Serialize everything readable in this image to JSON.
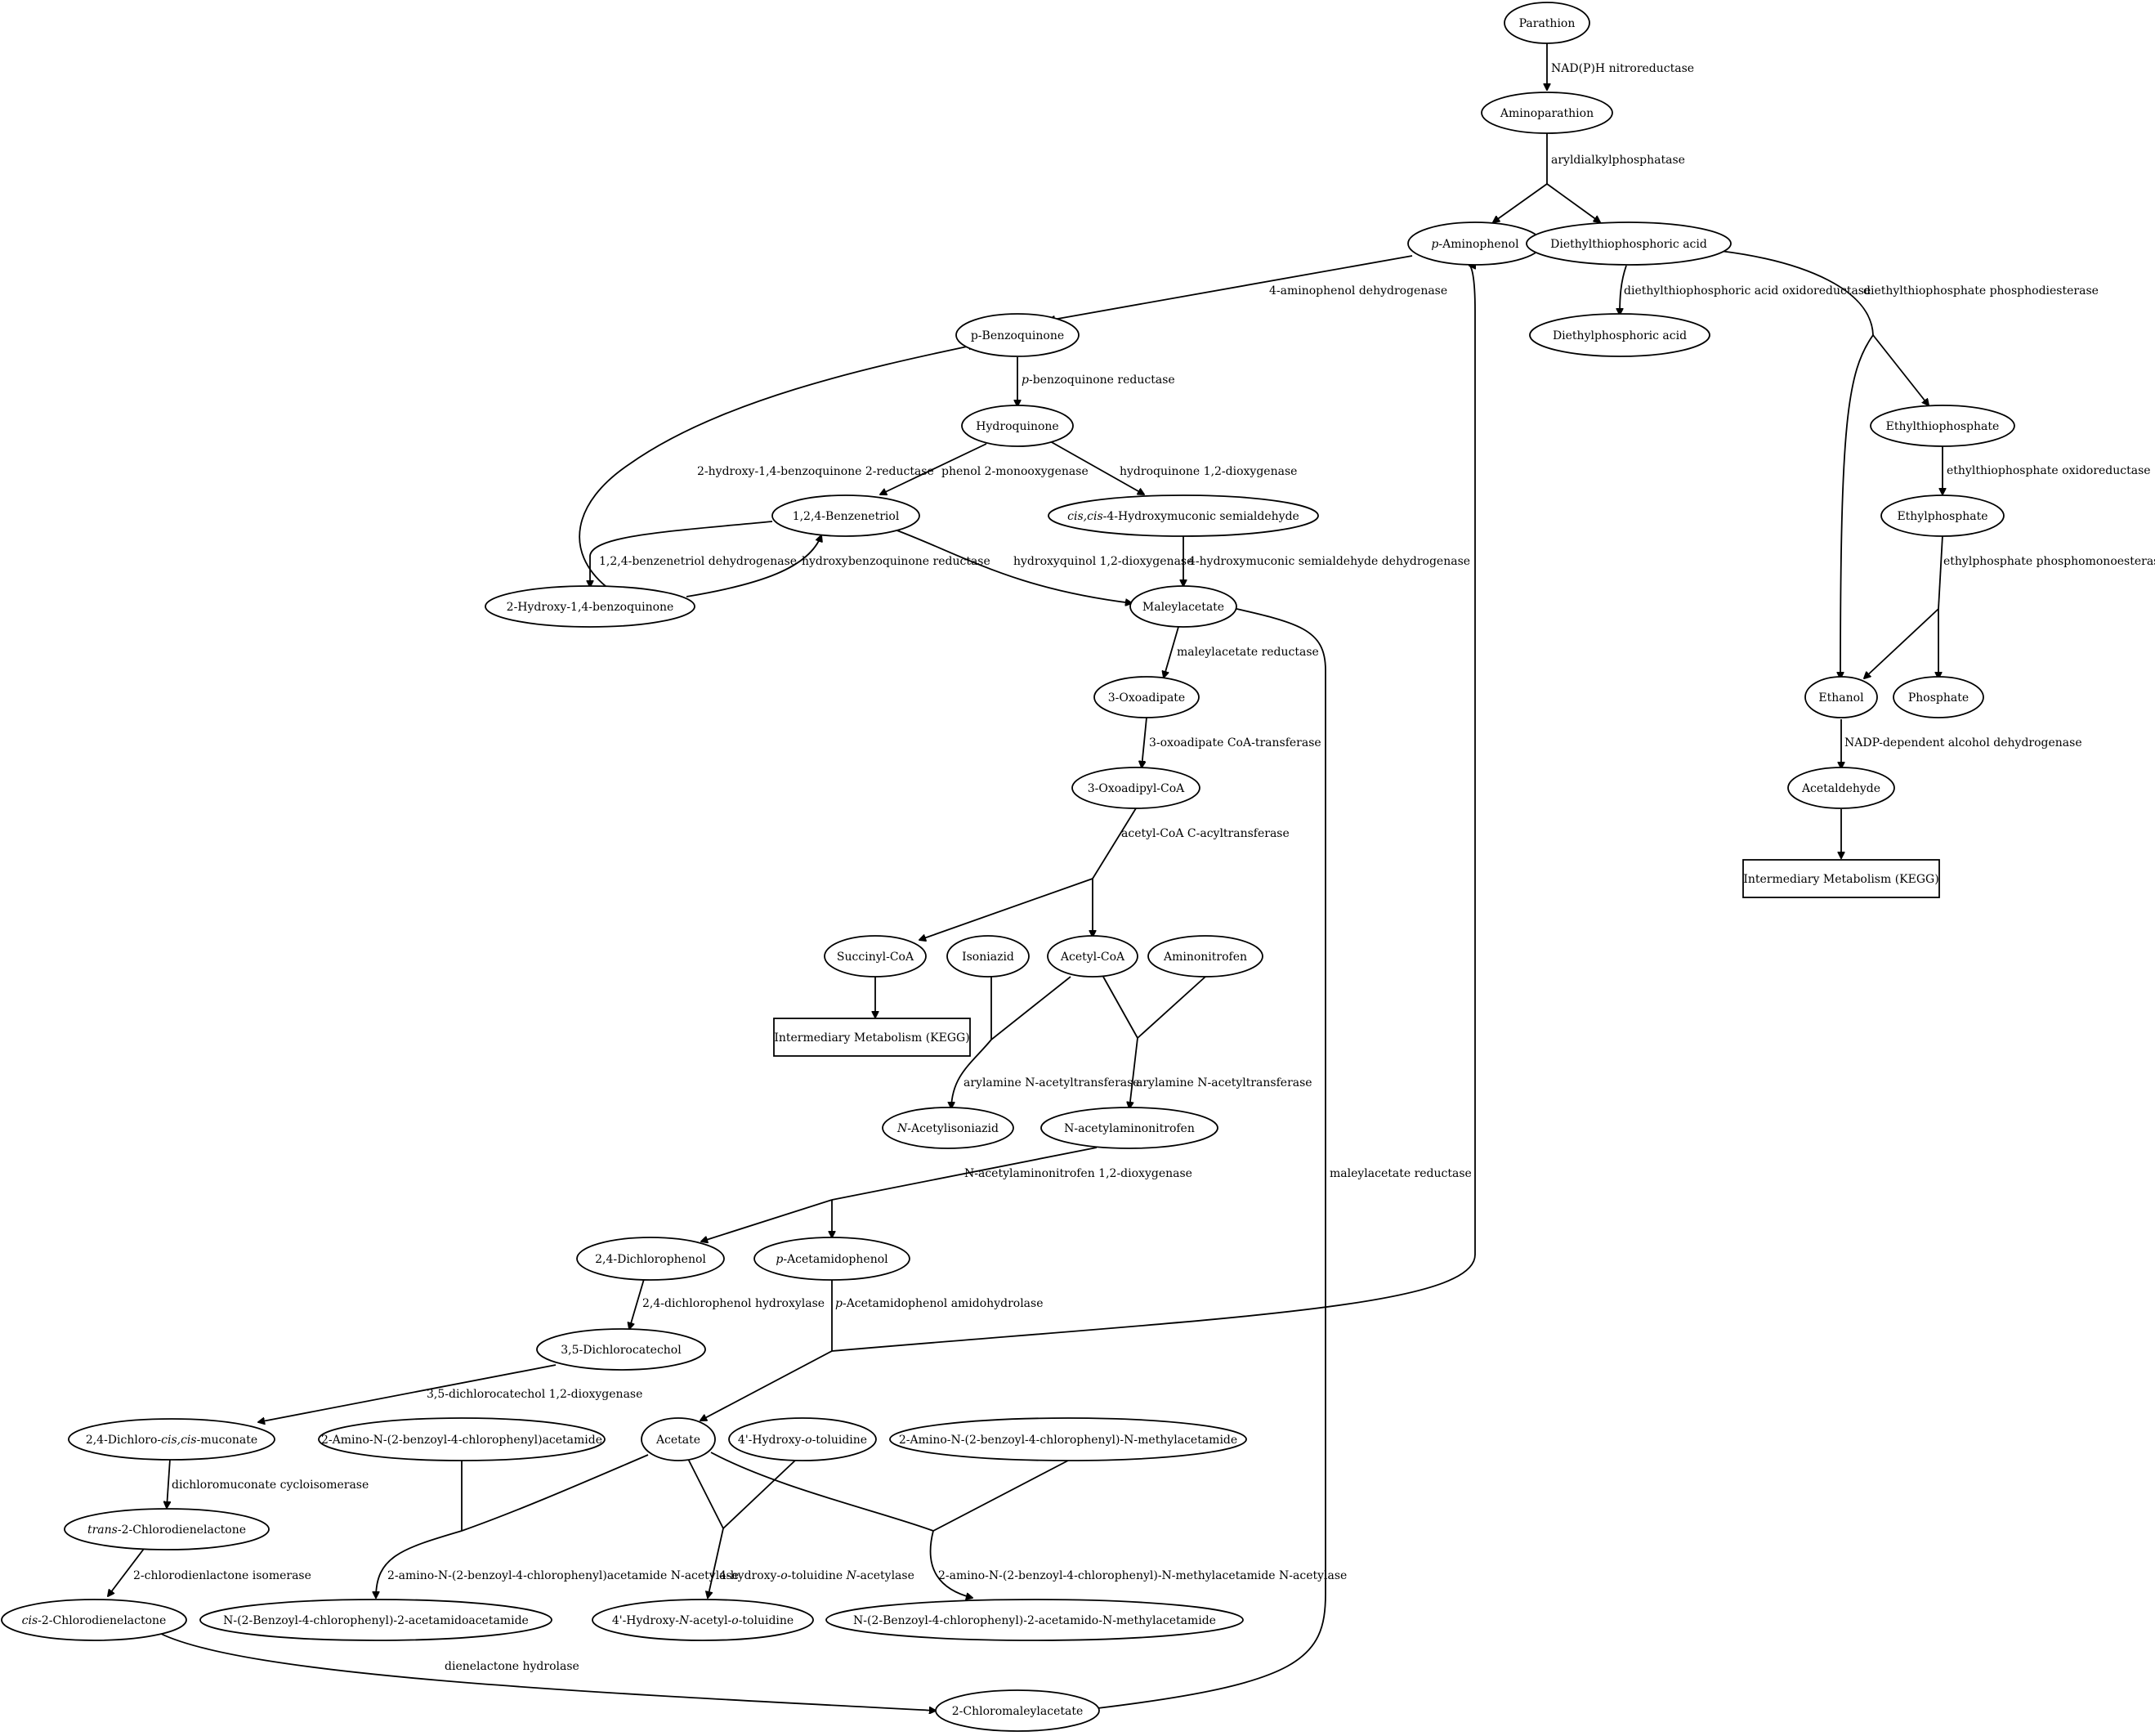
{
  "nodes": {
    "parathion": "Parathion",
    "aminoparathion": "Aminoparathion",
    "p_aminophenol": {
      "pre": "p",
      "post": "-Aminophenol"
    },
    "diethylthiophosphoric_acid": "Diethylthiophosphoric acid",
    "diethylphosphoric_acid": "Diethylphosphoric acid",
    "p_benzoquinone": "p-Benzoquinone",
    "hydroquinone": "Hydroquinone",
    "benzenetriol": "1,2,4-Benzenetriol",
    "hydroxymuconic_semialdehyde": {
      "pre": "cis,cis",
      "post": "-4-Hydroxymuconic semialdehyde"
    },
    "hydroxy_benzoquinone": "2-Hydroxy-1,4-benzoquinone",
    "maleylacetate": "Maleylacetate",
    "ethylthiophosphate": "Ethylthiophosphate",
    "ethylphosphate": "Ethylphosphate",
    "ethanol": "Ethanol",
    "phosphate": "Phosphate",
    "acetaldehyde": "Acetaldehyde",
    "intermediary_1": "Intermediary Metabolism (KEGG)",
    "oxoadipate": "3-Oxoadipate",
    "oxoadipyl_coa": "3-Oxoadipyl-CoA",
    "succinyl_coa": "Succinyl-CoA",
    "isoniazid": "Isoniazid",
    "acetyl_coa": "Acetyl-CoA",
    "aminonitrofen": "Aminonitrofen",
    "intermediary_2": "Intermediary Metabolism (KEGG)",
    "acetylisoniazid": {
      "pre": "N",
      "post": "-Acetylisoniazid"
    },
    "acetylaminonitrofen": "N-acetylaminonitrofen",
    "dichlorophenol": "2,4-Dichlorophenol",
    "p_acetamidophenol": {
      "pre": "p",
      "post": "-Acetamidophenol"
    },
    "dichlorocatechol": "3,5-Dichlorocatechol",
    "dichloro_muconate": {
      "pre": "2,4-Dichloro-",
      "it": "cis,cis",
      "post": "-muconate"
    },
    "amino_benzoyl_acetamide": "2-Amino-N-(2-benzoyl-4-chlorophenyl)acetamide",
    "acetate": "Acetate",
    "hydroxy_toluidine": {
      "pre": "4'-Hydroxy-",
      "it": "o",
      "post": "-toluidine"
    },
    "amino_benzoyl_methylacetamide": "2-Amino-N-(2-benzoyl-4-chlorophenyl)-N-methylacetamide",
    "trans_chlorodienelactone": {
      "pre": "trans",
      "post": "-2-Chlorodienelactone"
    },
    "cis_chlorodienelactone": {
      "pre": "cis",
      "post": "-2-Chlorodienelactone"
    },
    "benzoyl_acetamidoacetamide": "N-(2-Benzoyl-4-chlorophenyl)-2-acetamidoacetamide",
    "hydroxy_acetyl_toluidine": {
      "pre": "4'-Hydroxy-",
      "it1": "N",
      "mid": "-acetyl-",
      "it2": "o",
      "post": "-toluidine"
    },
    "benzoyl_acetamido_methylacetamide": "N-(2-Benzoyl-4-chlorophenyl)-2-acetamido-N-methylacetamide",
    "chloromaleylacetate": "2-Chloromaleylacetate"
  },
  "edges": {
    "nadph_nitroreductase": "NAD(P)H nitroreductase",
    "aryldialkylphosphatase": "aryldialkylphosphatase",
    "aminophenol_dehydrogenase": "4-aminophenol dehydrogenase",
    "diethylthiophosphoric_oxidoreductase": "diethylthiophosphoric acid oxidoreductase",
    "diethylthiophosphate_phosphodiesterase": "diethylthiophosphate phosphodiesterase",
    "benzoquinone_reductase": {
      "it": "p",
      "post": "-benzoquinone reductase"
    },
    "hydroxy_benzoquinone_2_reductase": "2-hydroxy-1,4-benzoquinone 2-reductase",
    "phenol_monooxygenase": "phenol 2-monooxygenase",
    "hydroquinone_dioxygenase": "hydroquinone 1,2-dioxygenase",
    "benzenetriol_dehydrogenase": "1,2,4-benzenetriol dehydrogenase",
    "hydroxybenzoquinone_reductase": "hydroxybenzoquinone reductase",
    "hydroxyquinol_dioxygenase": "hydroxyquinol 1,2-dioxygenase",
    "hydroxymuconic_dehydrogenase": "4-hydroxymuconic semialdehyde dehydrogenase",
    "ethylthiophosphate_oxidoreductase": "ethylthiophosphate oxidoreductase",
    "ethylphosphate_phosphomonoesterase": "ethylphosphate phosphomonoesterase",
    "maleylacetate_reductase_1": "maleylacetate reductase",
    "nadp_alcohol_dehydrogenase": "NADP-dependent alcohol dehydrogenase",
    "oxoadipate_coa_transferase": "3-oxoadipate CoA-transferase",
    "acetyl_coa_acyltransferase": "acetyl-CoA C-acyltransferase",
    "arylamine_acetyltransferase_1": "arylamine N-acetyltransferase",
    "arylamine_acetyltransferase_2": "arylamine N-acetyltransferase",
    "maleylacetate_reductase_2": "maleylacetate reductase",
    "acetylaminonitrofen_dioxygenase": "N-acetylaminonitrofen 1,2-dioxygenase",
    "dichlorophenol_hydroxylase": "2,4-dichlorophenol hydroxylase",
    "acetamidophenol_amidohydrolase": {
      "it": "p",
      "post": "-Acetamidophenol amidohydrolase"
    },
    "dichlorocatechol_dioxygenase": "3,5-dichlorocatechol 1,2-dioxygenase",
    "dichloromuconate_cycloisomerase": "dichloromuconate cycloisomerase",
    "chlorodienlactone_isomerase": "2-chlorodienlactone isomerase",
    "benzoyl_acetamide_acetylase": "2-amino-N-(2-benzoyl-4-chlorophenyl)acetamide N-acetylase",
    "hydroxy_toluidine_acetylase": {
      "pre": "4-hydroxy-",
      "it1": "o",
      "mid": "-toluidine ",
      "it2": "N",
      "post": "-acetylase"
    },
    "benzoyl_methylacetamide_acetylase": "2-amino-N-(2-benzoyl-4-chlorophenyl)-N-methylacetamide N-acetylase",
    "dienelactone_hydrolase": "dienelactone hydrolase"
  }
}
